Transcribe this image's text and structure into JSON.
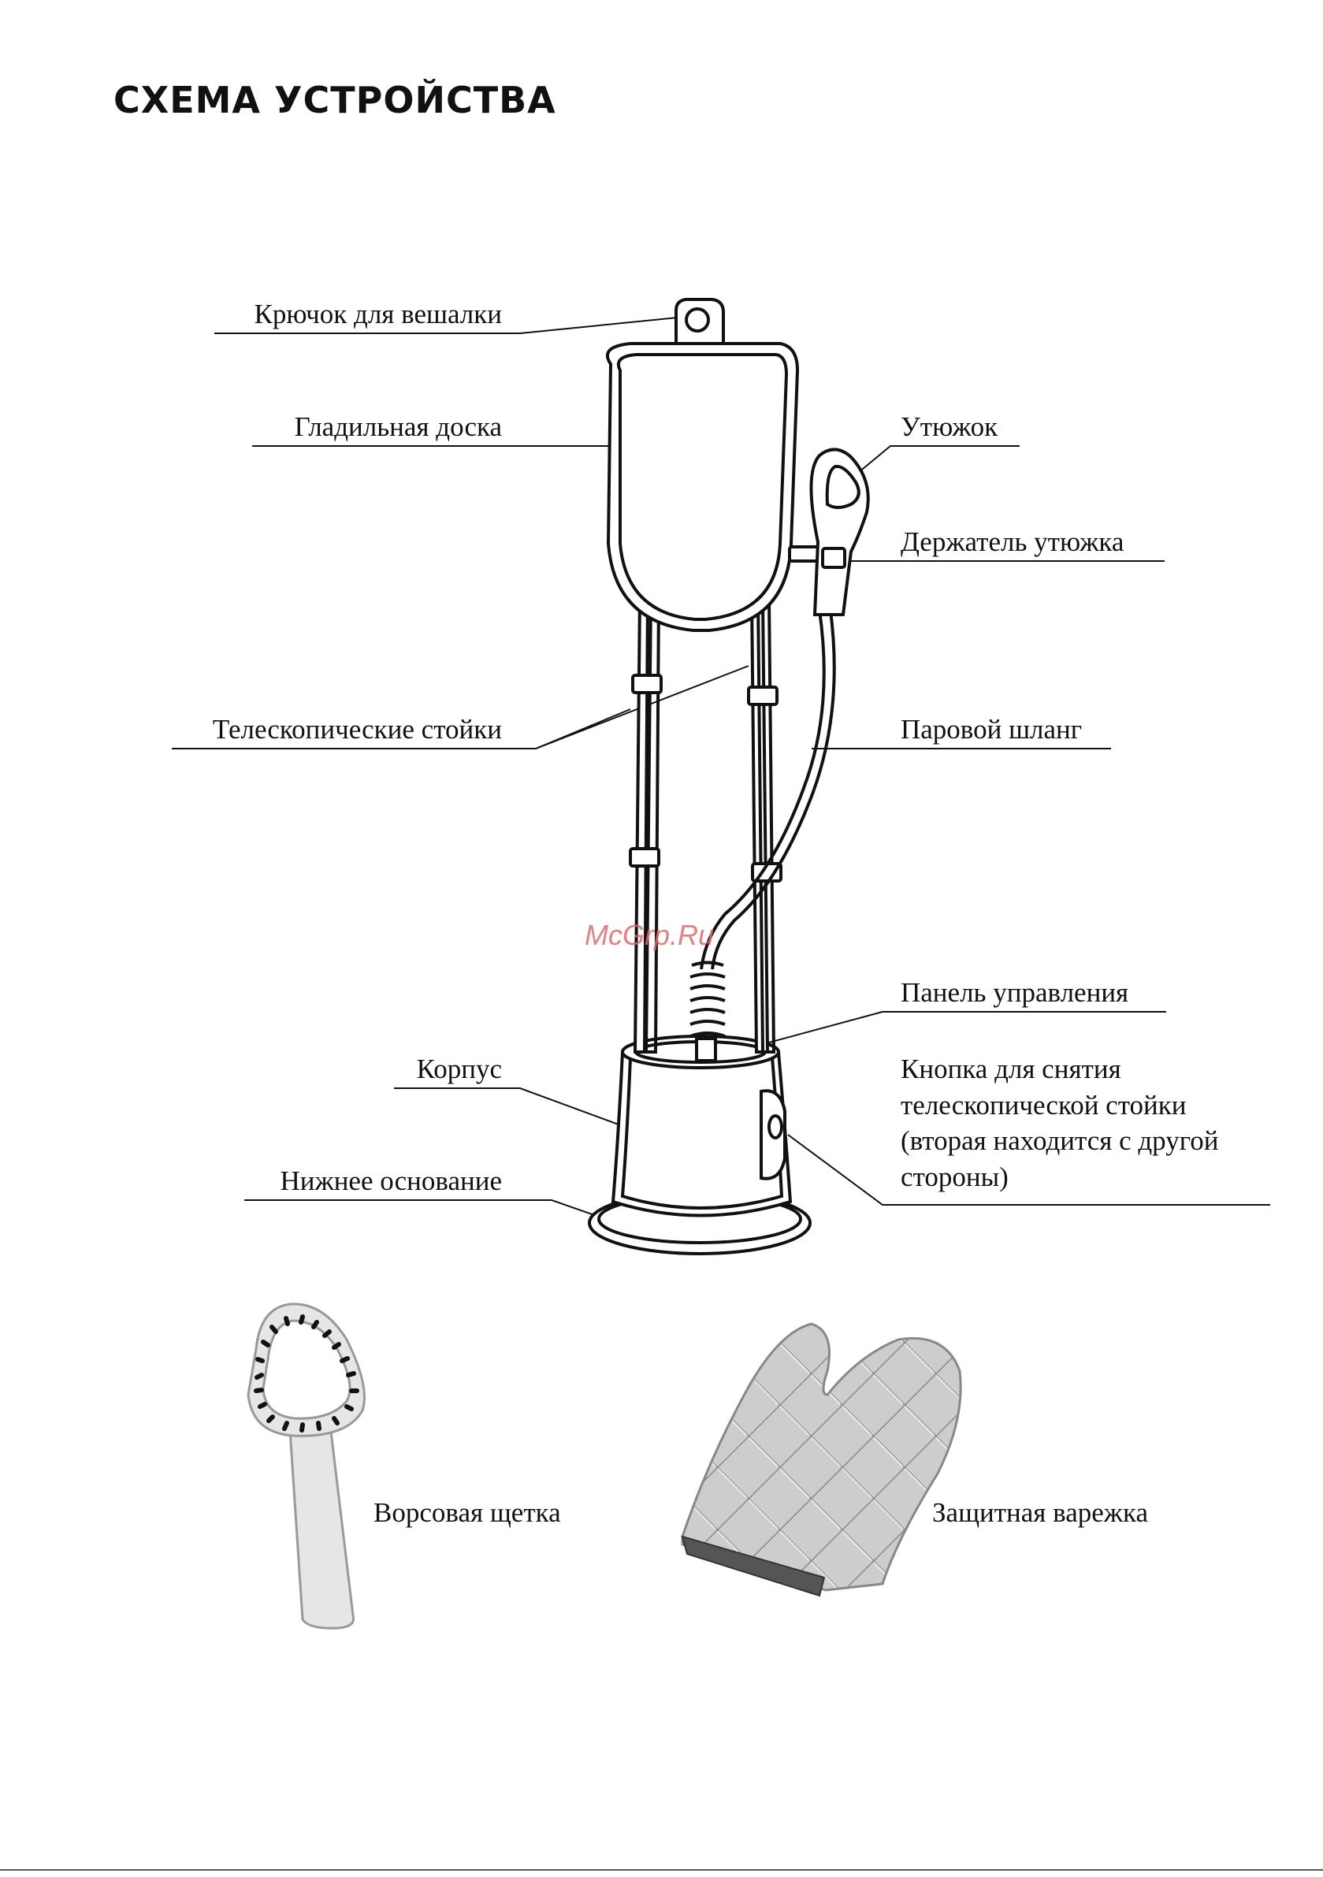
{
  "page": {
    "title": "СХЕМА УСТРОЙСТВА",
    "watermark": "McGrp.Ru"
  },
  "labels": {
    "hook": "Крючок для вешалки",
    "board": "Гладильная доска",
    "iron": "Утюжок",
    "iron_holder": "Держатель утюжка",
    "poles": "Телескопические стойки",
    "hose": "Паровой шланг",
    "control_panel": "Панель управления",
    "body": "Корпус",
    "release_button": "Кнопка для снятия\nтелескопической стойки\n(вторая находится с другой\nстороны)",
    "base": "Нижнее основание"
  },
  "accessories": {
    "brush": "Ворсовая щетка",
    "mitten": "Защитная варежка"
  },
  "colors": {
    "line": "#111111",
    "mitten_fill": "#c9c9c9",
    "mitten_cuff": "#555555",
    "brush_fill": "#e6e6e6",
    "watermark": "#e06a6a"
  }
}
